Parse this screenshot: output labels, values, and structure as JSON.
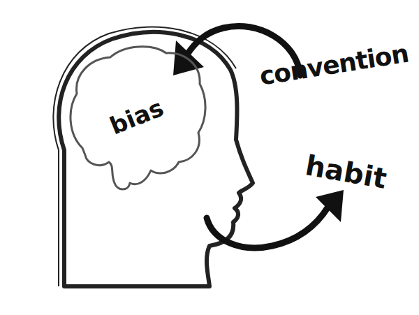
{
  "diagram": {
    "nodes": [
      {
        "text": [
          "bias"
        ]
      }
    ],
    "labels": [
      "convention",
      "habit"
    ]
  }
}
